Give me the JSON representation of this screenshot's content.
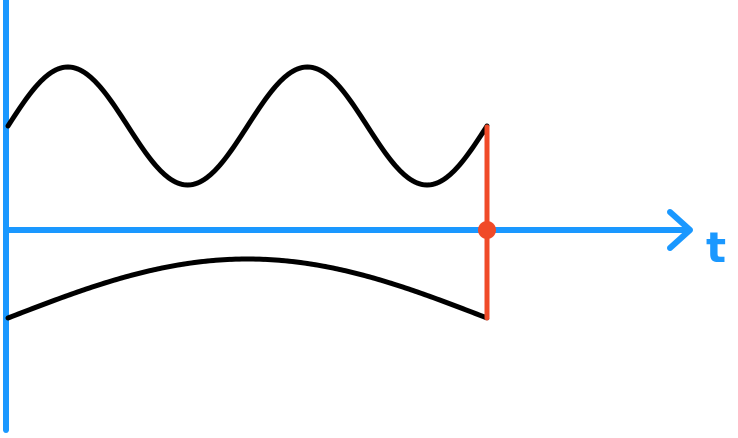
{
  "diagram": {
    "axis_label": "t",
    "colors": {
      "axis": "#1a98ff",
      "wave": "#000000",
      "marker": "#f04a28",
      "background": "#ffffff"
    },
    "waves": [
      {
        "name": "upper-wave",
        "cycles": 2.0,
        "phase": "sine-from-midline"
      },
      {
        "name": "lower-wave",
        "cycles": 0.5,
        "phase": "sine-from-midline"
      }
    ],
    "marker": {
      "type": "vertical-line-with-dot",
      "position": "end-of-waves-on-t-axis"
    }
  }
}
